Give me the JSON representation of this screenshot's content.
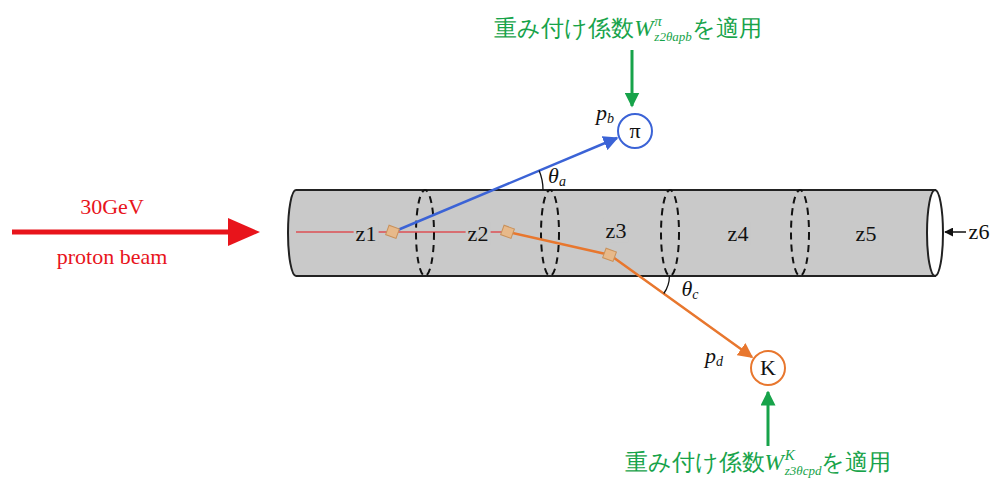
{
  "diagram": {
    "nodes": [
      {
        "text": [
          "π"
        ]
      },
      {
        "text": [
          "K"
        ]
      }
    ],
    "labels": [
      "重み付け係数",
      "W",
      "π",
      "z2θapb",
      "を適用",
      "p",
      "b",
      "θ",
      "a",
      "30GeV",
      "proton beam",
      "z1",
      "z2",
      "z3",
      "z4",
      "z5",
      "z6",
      "θ",
      "c",
      "p",
      "d",
      "重み付け係数",
      "W",
      "K",
      "z3θcpd",
      "を適用"
    ]
  }
}
